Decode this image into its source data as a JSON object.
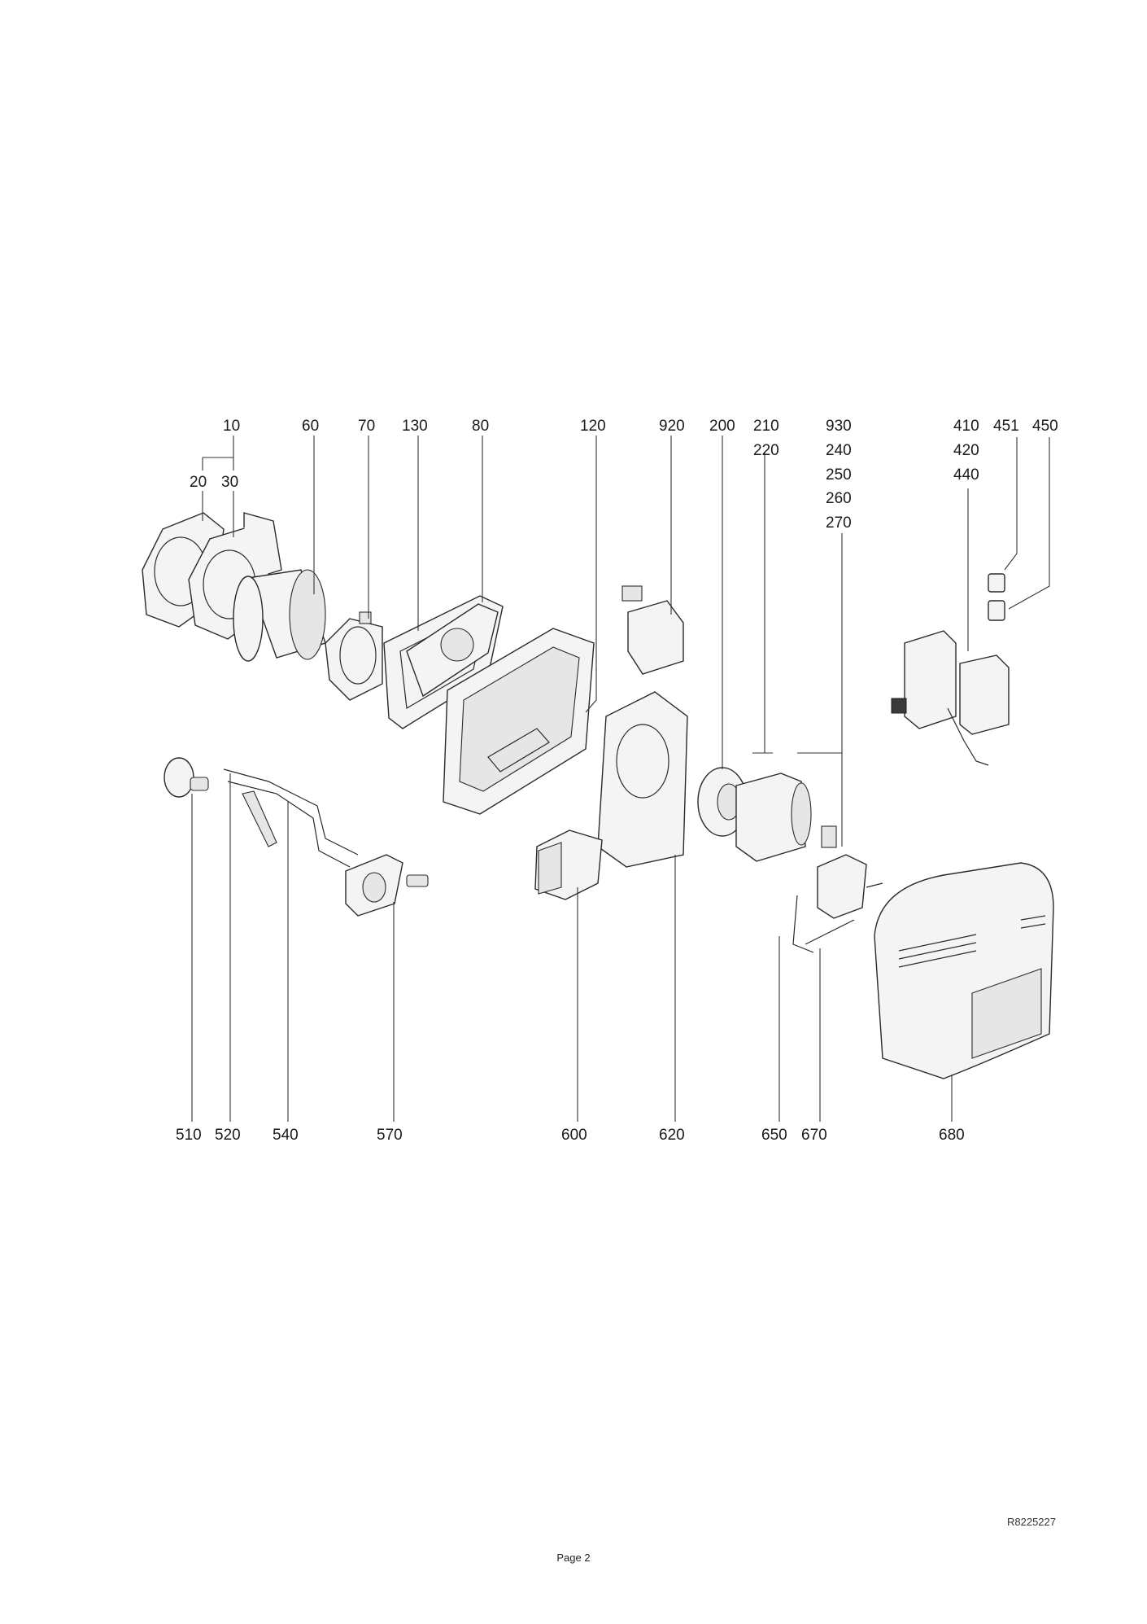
{
  "diagram": {
    "callouts_top": [
      "10",
      "20",
      "30",
      "60",
      "70",
      "130",
      "80",
      "120",
      "920",
      "200",
      "210",
      "220",
      "930",
      "240",
      "250",
      "260",
      "270",
      "410",
      "420",
      "440",
      "451",
      "450"
    ],
    "callouts_bottom": [
      "510",
      "520",
      "540",
      "570",
      "600",
      "620",
      "650",
      "670",
      "680"
    ]
  },
  "footer": {
    "document_code": "R8225227",
    "page_label": "Page 2"
  }
}
